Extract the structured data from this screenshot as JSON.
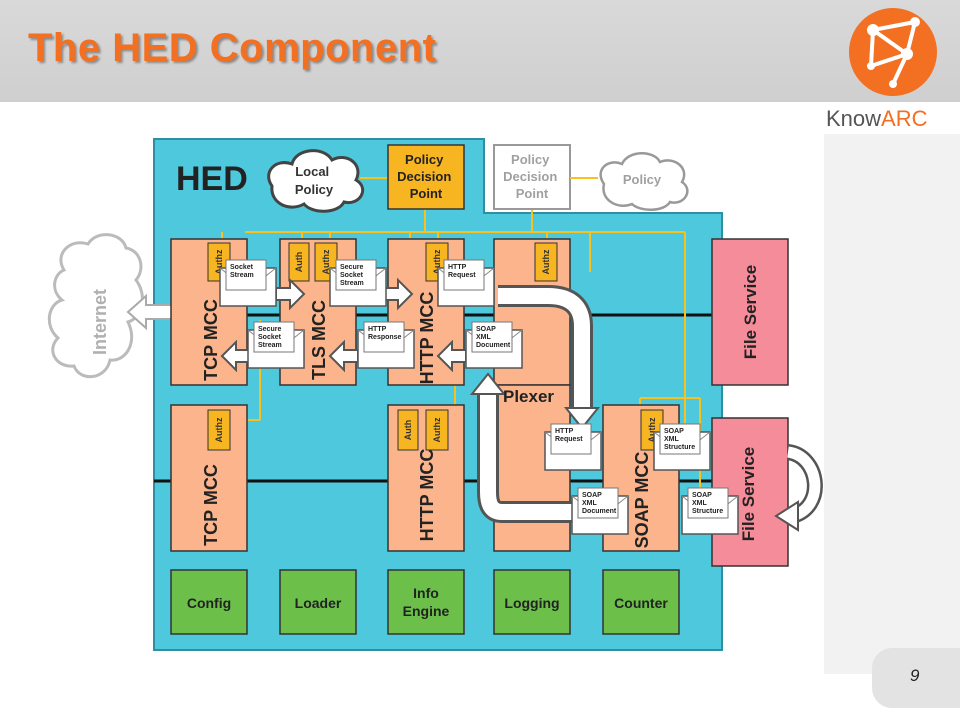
{
  "slide": {
    "title": "The HED Component",
    "brand_prefix": "Know",
    "brand_suffix": "ARC",
    "page_number": "9"
  },
  "colors": {
    "title_orange": "#f36f21",
    "hed_blue": "#4ec8dc",
    "mcc_peach": "#fbb48b",
    "authz_yellow": "#f7b521",
    "service_pink": "#f48c9a",
    "module_green": "#6cc04a",
    "wire_yellow": "#f7c21e"
  },
  "diagram": {
    "hed_label": "HED",
    "internet_label": "Internet",
    "local_policy_label": [
      "Local",
      "Policy"
    ],
    "pdp_label": [
      "Policy",
      "Decision",
      "Point"
    ],
    "remote_pdp_label": [
      "Policy",
      "Decision",
      "Point"
    ],
    "remote_policy_label": "Policy",
    "plexer_label": "Plexer",
    "mcc_top": [
      "TCP MCC",
      "TLS MCC",
      "HTTP MCC"
    ],
    "mcc_bottom": [
      "TCP MCC",
      "HTTP MCC"
    ],
    "soap_mcc_label": "SOAP MCC",
    "file_service_label": "File Service",
    "authz_label": "Authz",
    "auth_label": "Auth",
    "modules": [
      [
        "Config"
      ],
      [
        "Loader"
      ],
      [
        "Info",
        "Engine"
      ],
      [
        "Logging"
      ],
      [
        "Counter"
      ]
    ],
    "messages": {
      "socket_stream": [
        "Socket",
        "Stream"
      ],
      "secure_socket_stream": [
        "Secure",
        "Socket",
        "Stream"
      ],
      "http_request": [
        "HTTP",
        "Request"
      ],
      "http_response": [
        "HTTP",
        "Response"
      ],
      "soap_xml_document": [
        "SOAP",
        "XML",
        "Document"
      ],
      "soap_xml_structure": [
        "SOAP",
        "XML",
        "Structure"
      ]
    }
  }
}
